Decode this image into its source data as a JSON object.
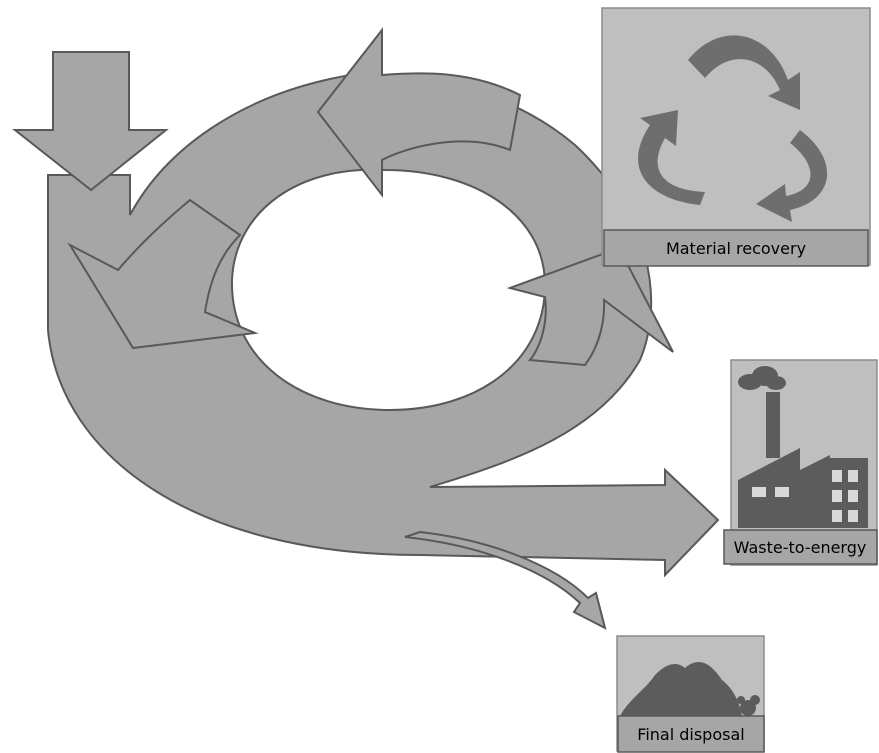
{
  "outputs": {
    "material_recovery": {
      "label": "Material recovery",
      "icon": "recycle-icon"
    },
    "waste_to_energy": {
      "label": "Waste-to-energy",
      "icon": "factory-icon"
    },
    "final_disposal": {
      "label": "Final disposal",
      "icon": "landfill-icon"
    }
  },
  "colors": {
    "flow_fill": "#a6a6a6",
    "flow_stroke": "#595959",
    "panel_fill": "#bfbfbf",
    "icon_fill": "#6e6e6e",
    "background": "#ffffff"
  }
}
